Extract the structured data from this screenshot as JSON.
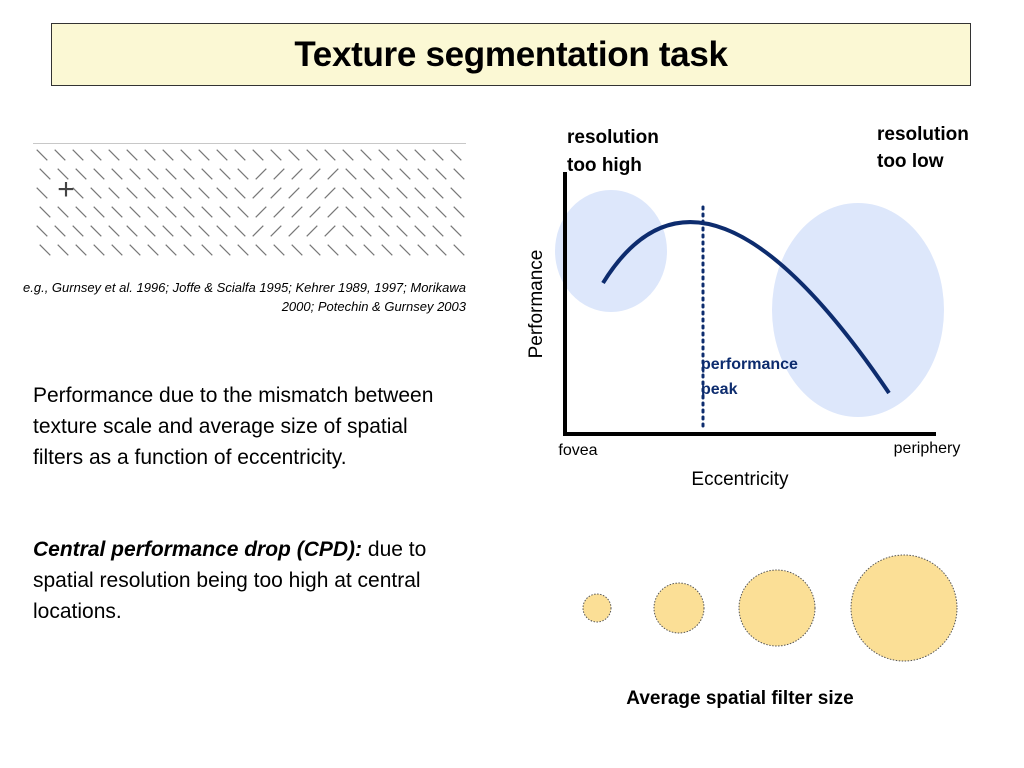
{
  "slide": {
    "title": "Texture segmentation task",
    "citation": "e.g., Gurnsey et al. 1996; Joffe & Scialfa 1995; Kehrer 1989, 1997; Morikawa 2000; Potechin & Gurnsey 2003",
    "paragraph1": "Performance due to the mismatch between texture scale and average size of spatial filters as a function of eccentricity.",
    "cpd_title": "Central performance drop (CPD):",
    "cpd_text": "due to spatial resolution being too high at central locations."
  },
  "diagram": {
    "label_high_line1": "resolution",
    "label_high_line2": "too high",
    "label_low_line1": "resolution",
    "label_low_line2": "too low",
    "ylabel": "Performance",
    "xlabel": "Eccentricity",
    "x_left_tick": "fovea",
    "x_right_tick": "periphery",
    "peak_line1": "performance",
    "peak_line2": "peak",
    "curve_color": "#0d2c6e",
    "ellipse_color": "#dde7fb"
  },
  "filters": {
    "caption": "Average spatial filter size",
    "fill_color": "#fbdf96"
  },
  "texture": {
    "fixation_symbol": "+"
  }
}
